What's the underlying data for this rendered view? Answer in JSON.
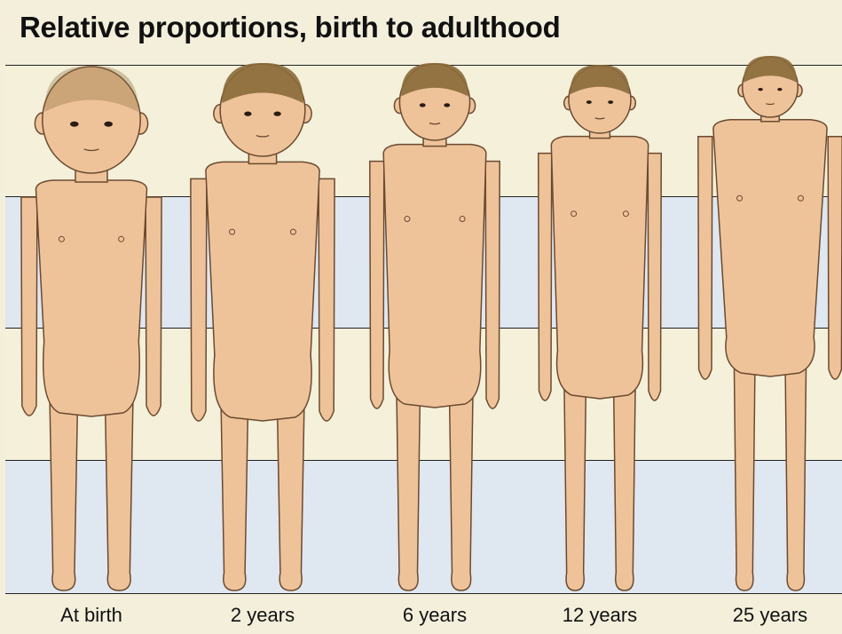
{
  "title": "Relative proportions, birth to adulthood",
  "colors": {
    "background": "#f3efdb",
    "band_cream": "#f4f0da",
    "band_blue": "#dfe7f0",
    "skin": "#efc39a",
    "skin_outline": "#6b4a30",
    "hair": "#8a6a3a"
  },
  "figures": [
    {
      "label": "At birth",
      "icon": "infant-figure-icon"
    },
    {
      "label": "2 years",
      "icon": "toddler-figure-icon"
    },
    {
      "label": "6 years",
      "icon": "child-figure-icon"
    },
    {
      "label": "12 years",
      "icon": "preteen-figure-icon"
    },
    {
      "label": "25 years",
      "icon": "adult-figure-icon"
    }
  ]
}
